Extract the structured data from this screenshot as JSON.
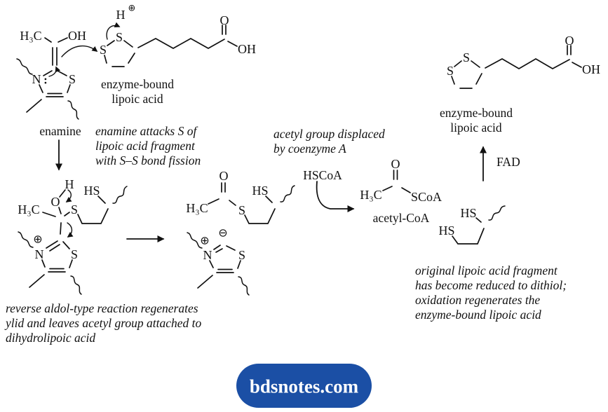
{
  "symbols": {
    "methyl": "H₃C",
    "hydroxyl": "OH",
    "nitrogen": "N",
    "sulfur": "S",
    "hydrogen": "H",
    "oxygen": "O",
    "thiol": "HS",
    "s_coa": "SCoA",
    "plus_charge": "⊕",
    "minus_charge": "⊖",
    "lone_pair": ":"
  },
  "labels": {
    "enamine": "enamine",
    "enzyme_bound_lipoic_acid": "enzyme-bound\nlipoic acid",
    "acetyl_coa": "acetyl-CoA",
    "hscoa": "HSCoA",
    "fad": "FAD"
  },
  "annotations": {
    "step1": "enamine attacks S of\nlipoic acid fragment\nwith S–S bond fission",
    "step2": "reverse aldol-type reaction regenerates\nylid and leaves acetyl group attached to\ndihydrolipoic acid",
    "step3": "acetyl group displaced\nby coenzyme A",
    "step4": "original lipoic acid fragment\nhas become reduced to dithiol;\noxidation regenerates the\nenzyme-bound lipoic acid"
  },
  "watermark": {
    "label": "bdsnotes.com",
    "bg_color": "#1b4fa5",
    "text_color": "#ffffff"
  },
  "colors": {
    "ink": "#111111",
    "background": "#ffffff"
  }
}
